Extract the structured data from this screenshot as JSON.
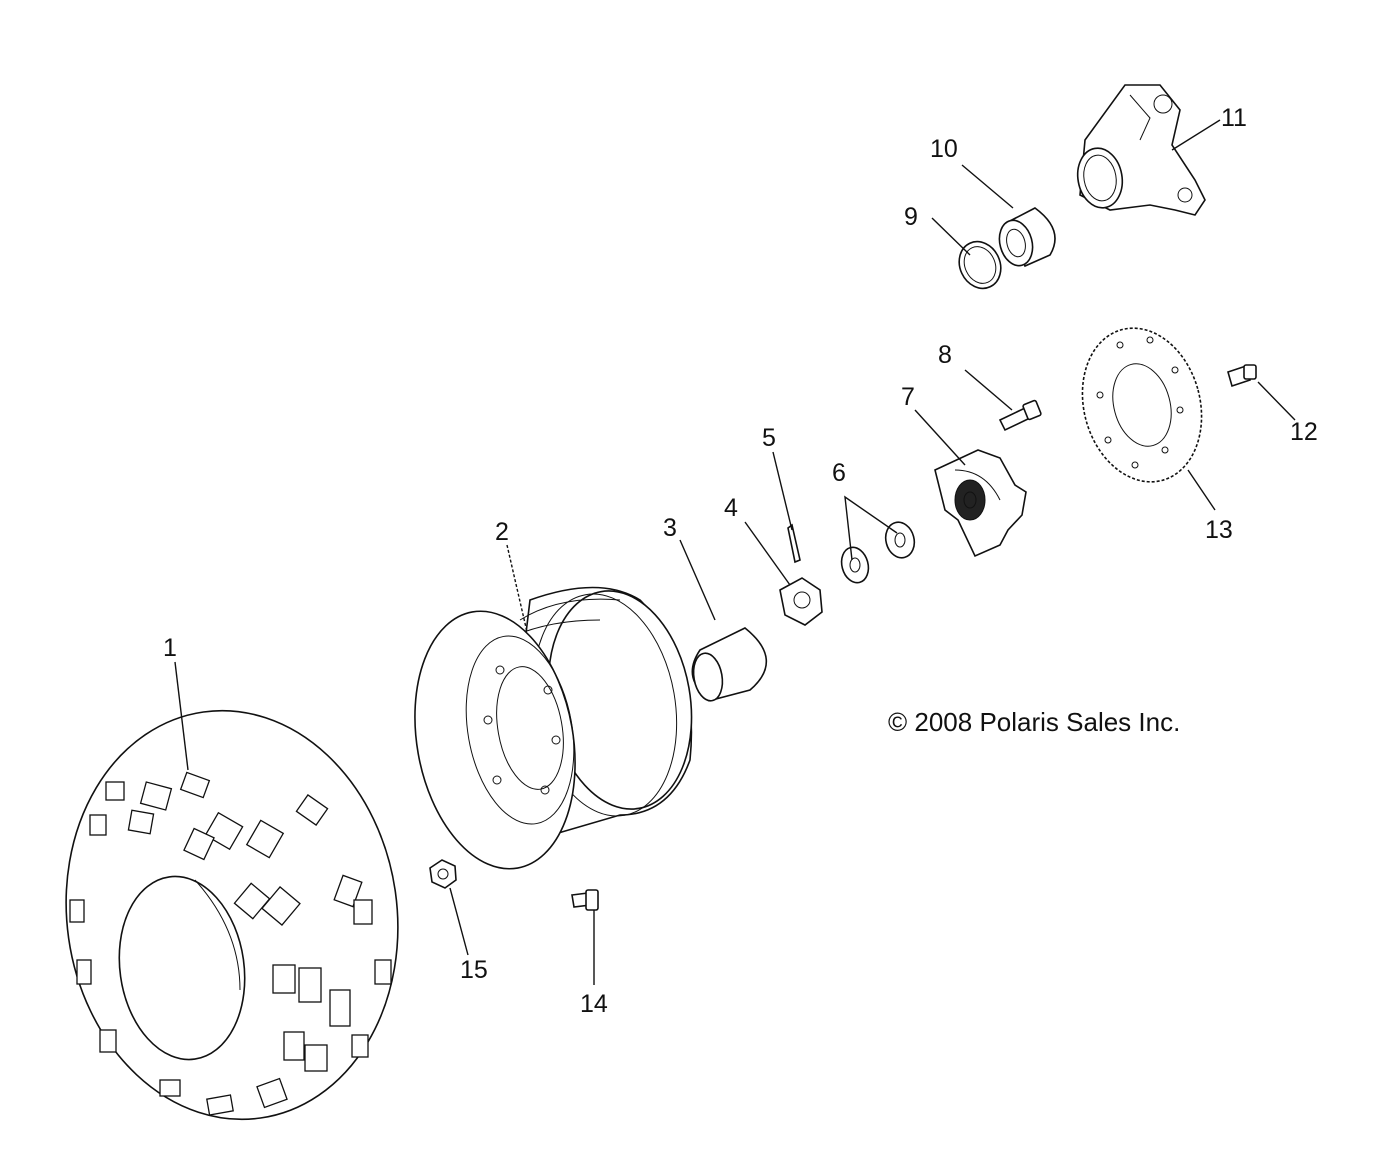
{
  "diagram": {
    "callouts": {
      "c1": "1",
      "c2": "2",
      "c3": "3",
      "c4": "4",
      "c5": "5",
      "c6": "6",
      "c7": "7",
      "c8": "8",
      "c9": "9",
      "c10": "10",
      "c11": "11",
      "c12": "12",
      "c13": "13",
      "c14": "14",
      "c15": "15"
    },
    "copyright": "© 2008 Polaris Sales Inc."
  }
}
